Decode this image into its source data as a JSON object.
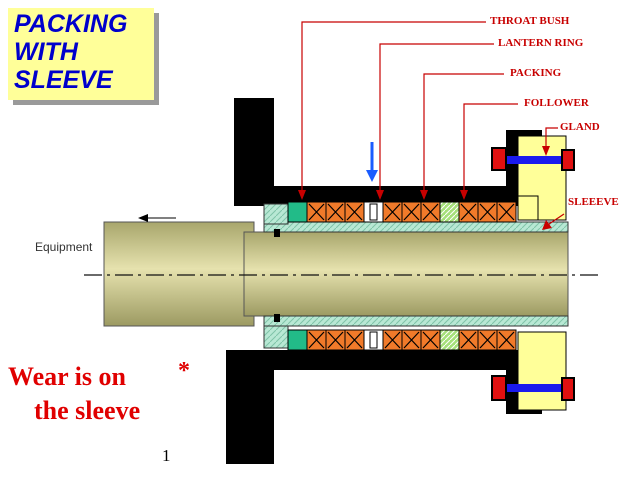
{
  "title": [
    "PACKING",
    "WITH",
    "SLEEVE"
  ],
  "labels": {
    "throat_bush": "THROAT BUSH",
    "lantern_ring": "LANTERN  RING",
    "packing": "PACKING",
    "follower": "FOLLOWER",
    "gland": "GLAND",
    "sleeve": "SLEEEVE"
  },
  "equipment_label": "Equipment",
  "wear_text": [
    "Wear is on",
    "the sleeve"
  ],
  "asterisk": "*",
  "page_number": "1",
  "colors": {
    "title_text": "#0000cc",
    "title_bg": "#ffff99",
    "leader_lines": "#c80000",
    "shaft": "#d6d29a",
    "sleeve": "#b8e8d4",
    "packing": "#f07a2a",
    "lantern_ring": "#a6e07a",
    "throat_bush": "#22bb88",
    "gland": "#ffff99",
    "stud": "#1a1aee",
    "nut": "#e01010",
    "wear_text": "#e00000"
  }
}
